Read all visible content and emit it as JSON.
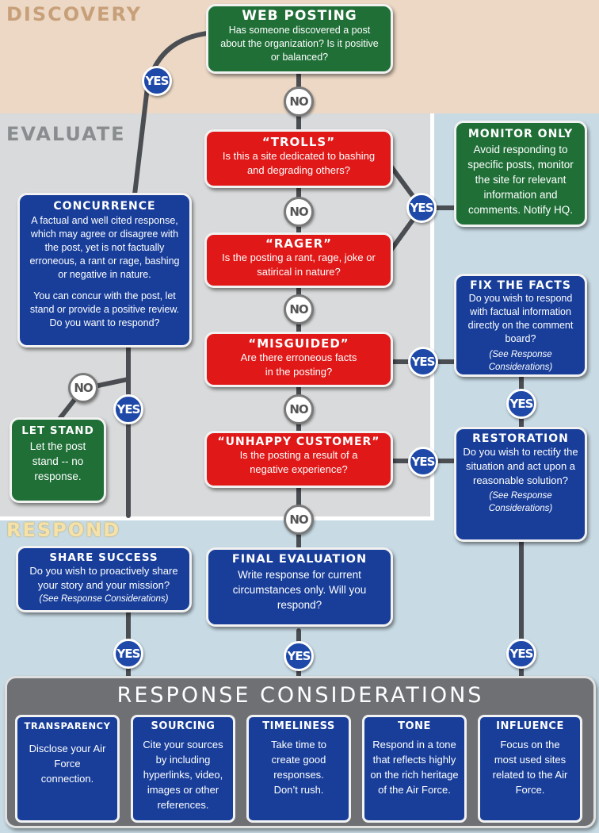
{
  "sections": {
    "discovery": "DISCOVERY",
    "evaluate": "EVALUATE",
    "respond": "RESPOND"
  },
  "web_posting": {
    "title": "WEB POSTING",
    "body": "Has someone discovered a post about the organization? Is it positive or balanced?"
  },
  "trolls": {
    "title": "“TROLLS”",
    "body": "Is this a site dedicated to bashing and degrading others?"
  },
  "rager": {
    "title": "“RAGER”",
    "body": "Is the posting a rant, rage, joke or satirical in nature?"
  },
  "misguided": {
    "title": "“MISGUIDED”",
    "body": "Are there erroneous facts in the posting?"
  },
  "unhappy": {
    "title": "“UNHAPPY CUSTOMER”",
    "body": "Is the posting a result of a negative experience?"
  },
  "monitor": {
    "title": "MONITOR ONLY",
    "body": "Avoid responding to specific posts, monitor the site for relevant information and comments. Notify HQ."
  },
  "concurrence": {
    "title": "CONCURRENCE",
    "body1": "A factual and well cited response, which may agree or disagree with the post, yet is not factually erroneous, a rant or rage, bashing or negative in nature.",
    "body2": "You can concur with the post, let stand or provide a positive review. Do you want to respond?"
  },
  "let_stand": {
    "title": "LET STAND",
    "body": "Let the post stand -- no response."
  },
  "fix_facts": {
    "title": "FIX THE FACTS",
    "body": "Do you wish to respond with factual information directly on the comment board?",
    "note": "(See Response Considerations)"
  },
  "restoration": {
    "title": "RESTORATION",
    "body": "Do you wish to rectify the situation and act upon a reasonable solution?",
    "note": "(See Response Considerations)"
  },
  "share": {
    "title": "SHARE SUCCESS",
    "body": "Do you wish to proactively share your story and your mission?",
    "note": "(See Response Considerations)"
  },
  "final": {
    "title": "FINAL EVALUATION",
    "body": "Write response for current circumstances only. Will you respond?"
  },
  "yes_label": "YES",
  "no_label": "NO",
  "considerations": {
    "title": "RESPONSE CONSIDERATIONS",
    "cards": [
      {
        "title": "TRANSPARENCY",
        "body": "Disclose your Air Force connection."
      },
      {
        "title": "SOURCING",
        "body": "Cite your sources by including hyperlinks, video, images or other references."
      },
      {
        "title": "TIMELINESS",
        "body": "Take time to create good responses. Don’t rush."
      },
      {
        "title": "TONE",
        "body": "Respond in a tone that reflects highly on the rich heritage of the Air Force."
      },
      {
        "title": "INFLUENCE",
        "body": "Focus on the most used sites related to the Air Force."
      }
    ]
  },
  "colors": {
    "green": "#1f6f37",
    "red": "#e01818",
    "blue": "#183e9a",
    "connector": "#4a4d52"
  }
}
